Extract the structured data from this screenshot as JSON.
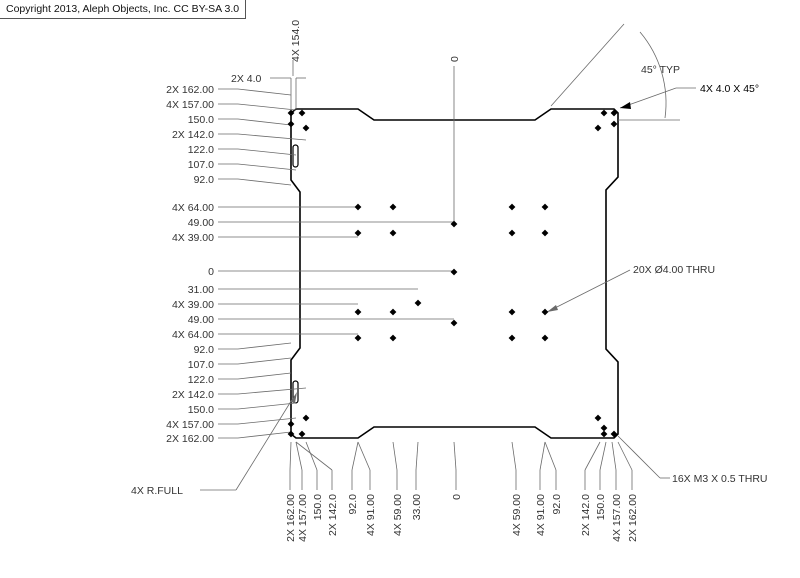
{
  "copyright": "Copyright 2013, Aleph Objects, Inc. CC BY-SA 3.0",
  "left_labels": [
    "2X 162.00",
    "4X 157.00",
    "150.0",
    "2X 142.0",
    "122.0",
    "107.0",
    "92.0",
    "4X 64.00",
    "49.00",
    "4X 39.00",
    "0",
    "31.00",
    "4X 39.00",
    "49.00",
    "4X 64.00",
    "92.0",
    "107.0",
    "122.0",
    "2X 142.0",
    "150.0",
    "4X 157.00",
    "2X 162.00"
  ],
  "bottom_labels": [
    "2X 162.00",
    "4X 157.00",
    "150.0",
    "2X 142.0",
    "92.0",
    "4X 91.00",
    "4X 59.00",
    "33.00",
    "0",
    "4X 59.00",
    "4X 91.00",
    "92.0",
    "2X 142.0",
    "150.0",
    "4X 157.00",
    "2X 162.00"
  ],
  "top": {
    "dim_154": "4X 154.0",
    "dim_4": "2X 4.0",
    "zero": "0",
    "angle": "45° TYP",
    "chamfer": "4X 4.0 X 45°"
  },
  "callouts": {
    "holes": "20X Ø4.00 THRU",
    "threads": "16X M3 X 0.5 THRU",
    "radius": "4X R.FULL"
  }
}
